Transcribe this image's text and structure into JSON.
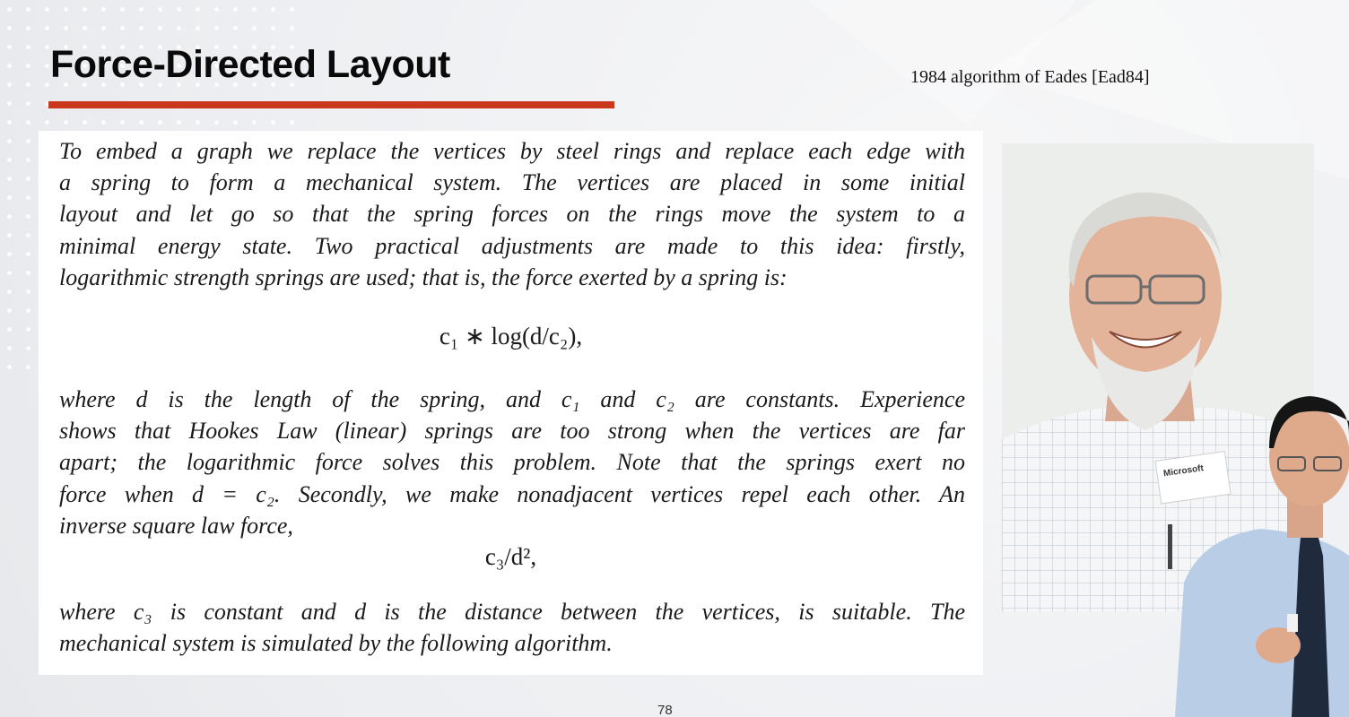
{
  "slide": {
    "title": "Force-Directed Layout",
    "citation": "1984 algorithm of Eades [Ead84]",
    "page_number": "78"
  },
  "document": {
    "paragraph1": [
      "To embed a graph we replace the vertices by steel rings and replace each edge with",
      "a spring to form a mechanical system. The vertices are placed in some initial",
      "layout and let go so that the spring forces on the rings move the system to a",
      "minimal energy state. Two practical adjustments are made to this idea: firstly,",
      "logarithmic strength springs are used; that is, the force exerted by a spring is:"
    ],
    "equation1": "c₁ ∗ log(d/c₂),",
    "paragraph2": [
      "where d is the length of the spring, and c₁ and c₂ are constants. Experience",
      "shows that Hookes Law (linear) springs are too strong when the vertices are far",
      "apart; the logarithmic force solves this problem. Note that the springs exert no",
      "force when d = c₂. Secondly, we make nonadjacent vertices repel each other. An",
      "inverse square law force,"
    ],
    "equation2": "c₃/d²,",
    "paragraph3": [
      "where c₃ is constant and d is the distance between the vertices, is suitable. The",
      "mechanical system is simulated by the following algorithm."
    ]
  },
  "photo": {
    "name_badge_text": "Microsoft"
  }
}
